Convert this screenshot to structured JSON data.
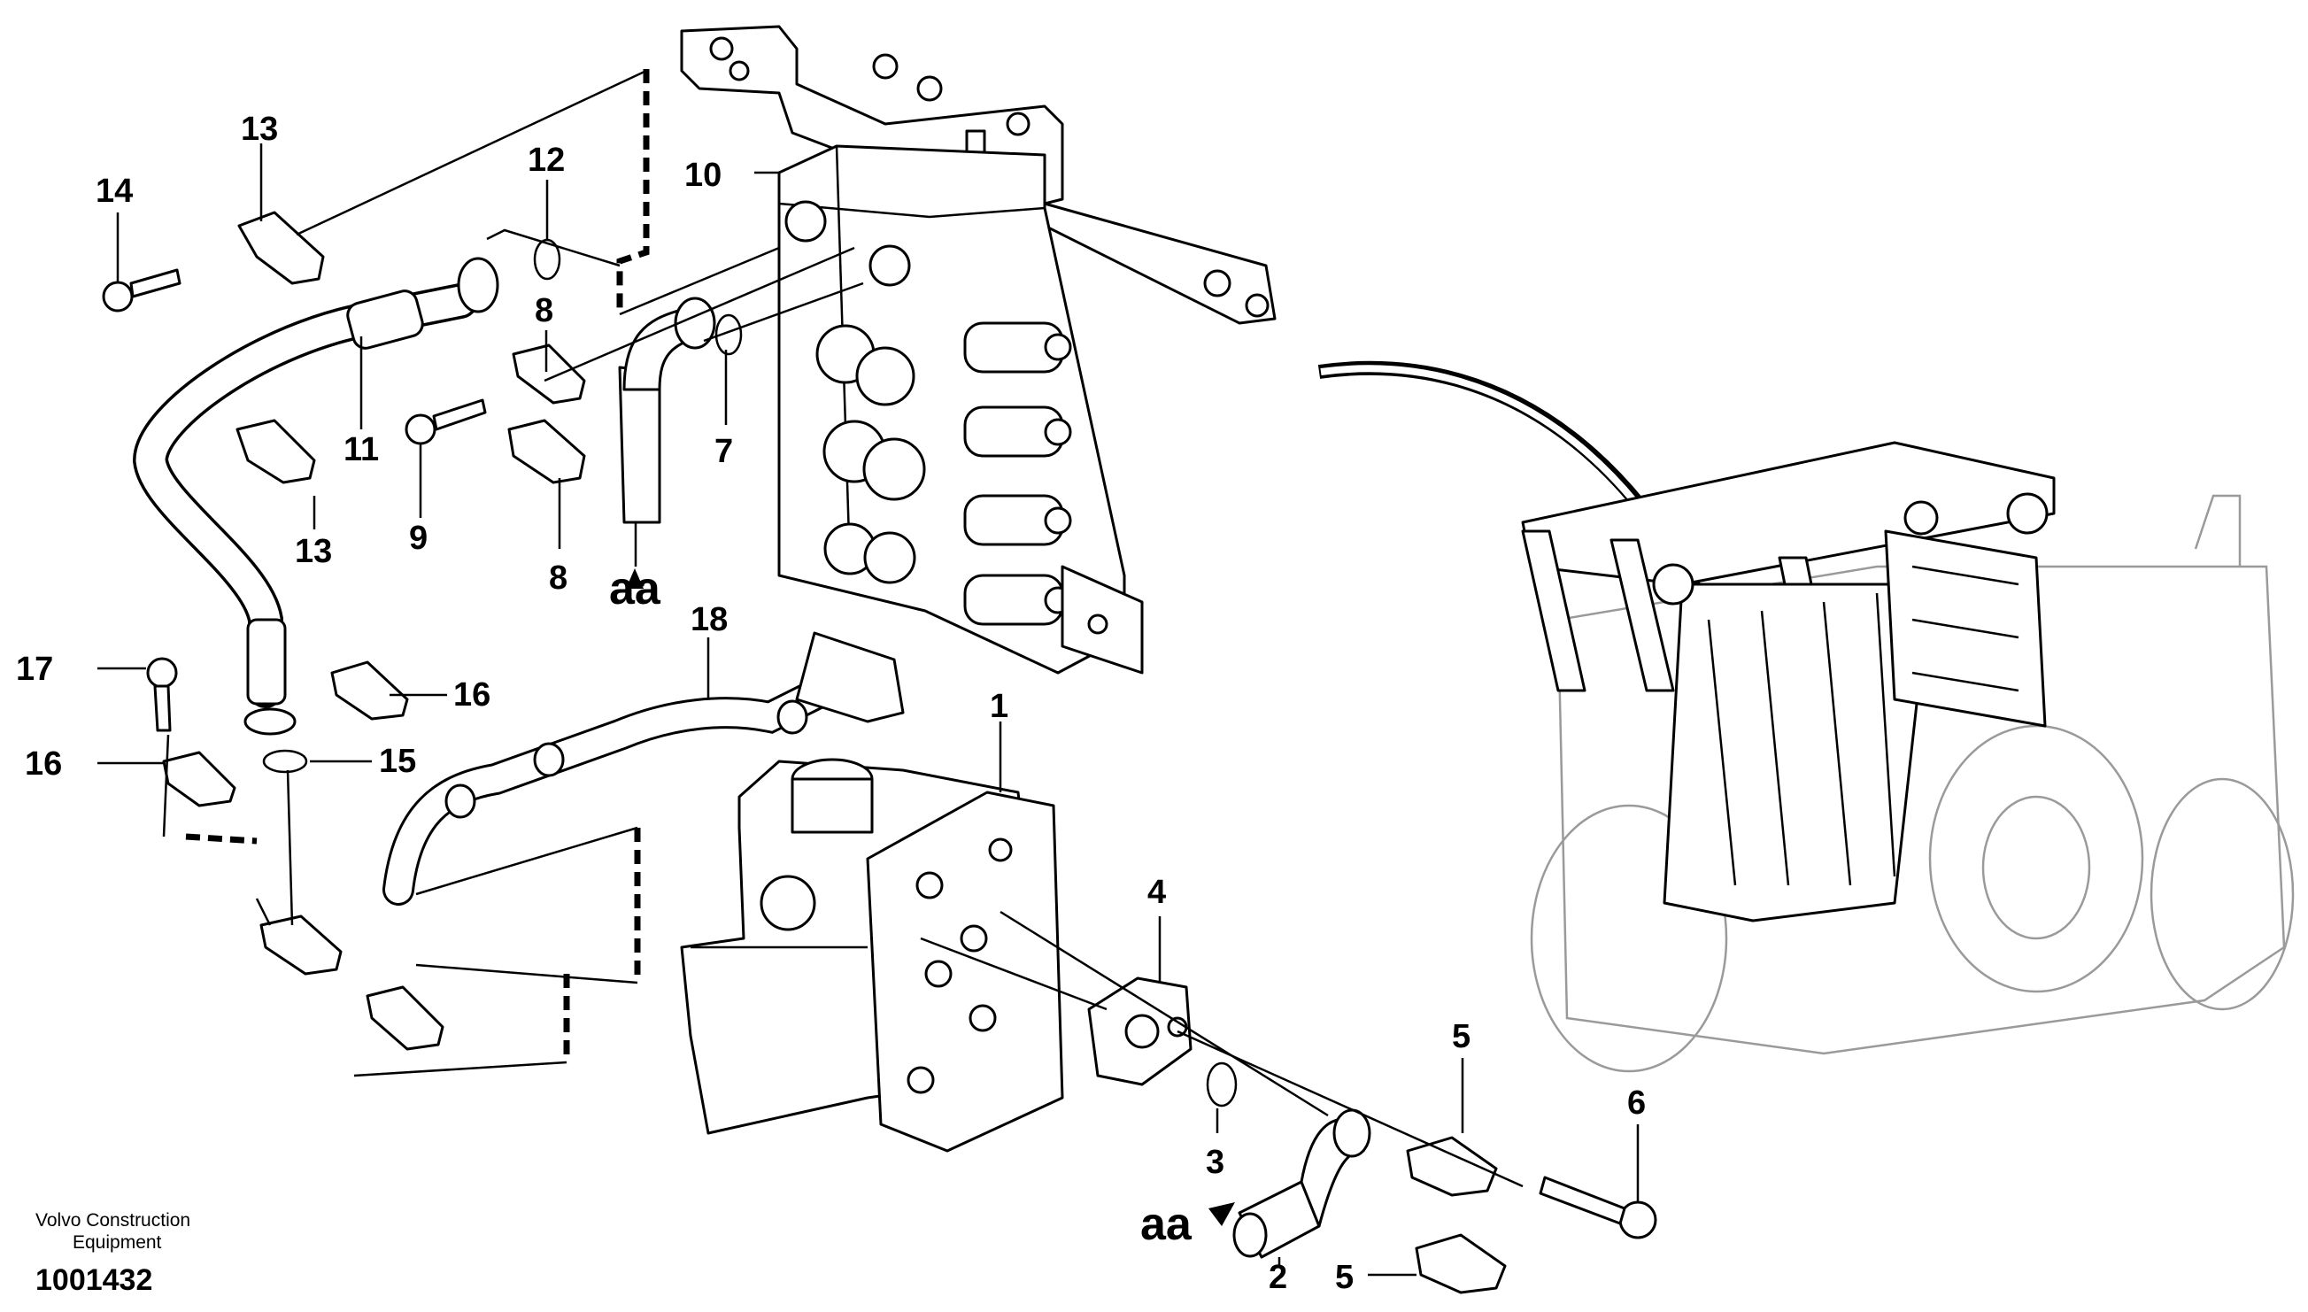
{
  "callouts": {
    "c1": "1",
    "c2": "2",
    "c3": "3",
    "c4": "4",
    "c5a": "5",
    "c5b": "5",
    "c6": "6",
    "c7": "7",
    "c8a": "8",
    "c8b": "8",
    "c9": "9",
    "c10": "10",
    "c11": "11",
    "c12": "12",
    "c13a": "13",
    "c13b": "13",
    "c14": "14",
    "c15": "15",
    "c16a": "16",
    "c16b": "16",
    "c17": "17",
    "c18": "18"
  },
  "connection_marks": {
    "aa_top": "aa",
    "aa_bottom": "aa"
  },
  "footer": {
    "maker_line1": "Volvo Construction",
    "maker_line2": "Equipment",
    "doc_number": "1001432"
  }
}
